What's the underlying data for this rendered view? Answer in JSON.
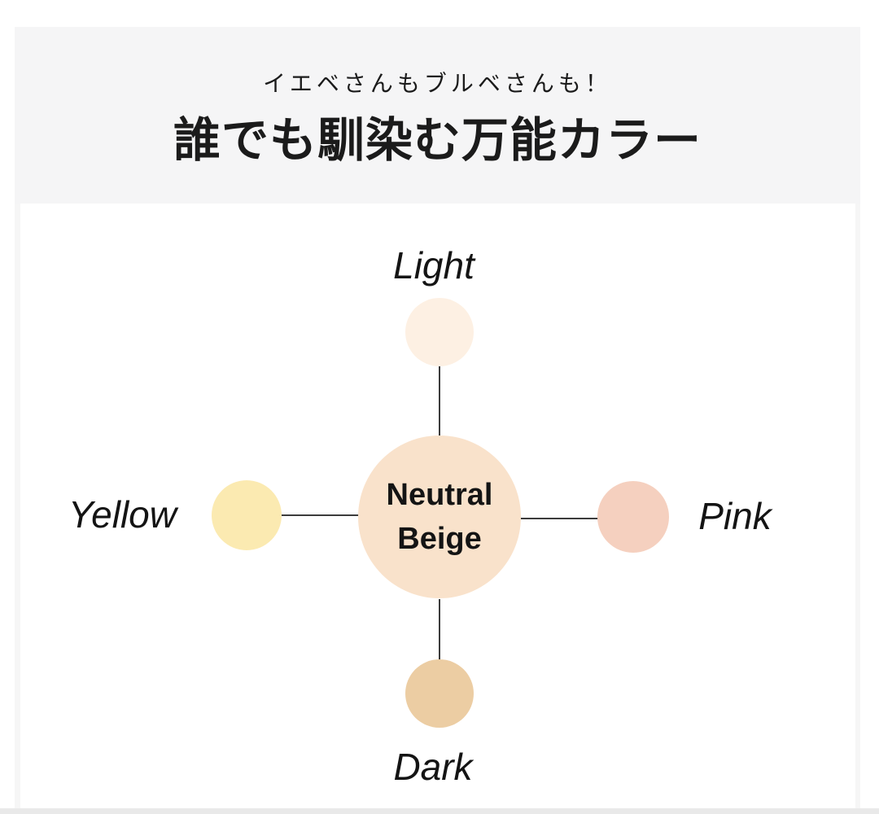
{
  "page": {
    "background_color": "#ffffff",
    "footer_strip_color": "#e9e9e9"
  },
  "header": {
    "background_color": "#f5f5f6",
    "text_color": "#1b1b1b",
    "subtitle": "イエベさんもブルベさんも！",
    "title": "誰でも馴染む万能カラー"
  },
  "diagram": {
    "type": "hub-and-spoke color map",
    "line_color": "#3c3c3c",
    "center": {
      "name": "Neutral Beige",
      "label_lines": [
        "Neutral",
        "Beige"
      ],
      "color": "#f9e2cb"
    },
    "nodes": [
      {
        "id": "light",
        "label": "Light",
        "color": "#fdf0e3",
        "position": "top"
      },
      {
        "id": "pink",
        "label": "Pink",
        "color": "#f5d0bf",
        "position": "right"
      },
      {
        "id": "dark",
        "label": "Dark",
        "color": "#eccda3",
        "position": "bottom"
      },
      {
        "id": "yellow",
        "label": "Yellow",
        "color": "#fbeab1",
        "position": "left"
      }
    ]
  }
}
